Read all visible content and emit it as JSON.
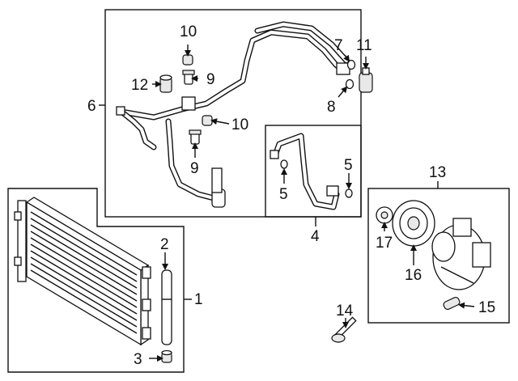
{
  "diagram": {
    "callouts": {
      "c1": "1",
      "c2": "2",
      "c3": "3",
      "c4": "4",
      "c5a": "5",
      "c5b": "5",
      "c6": "6",
      "c7": "7",
      "c8": "8",
      "c9a": "9",
      "c9b": "9",
      "c10a": "10",
      "c10b": "10",
      "c11": "11",
      "c12": "12",
      "c13": "13",
      "c14": "14",
      "c15": "15",
      "c16": "16",
      "c17": "17"
    }
  }
}
